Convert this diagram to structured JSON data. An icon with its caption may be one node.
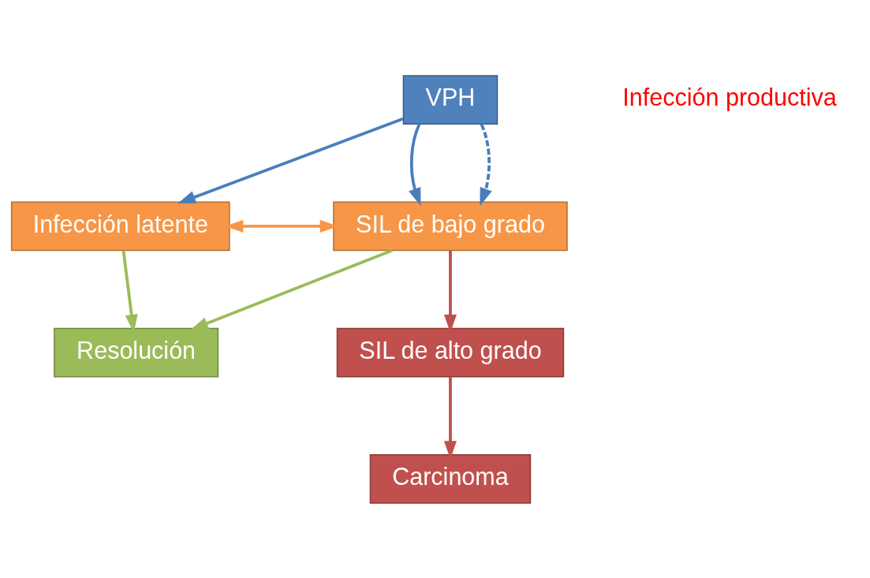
{
  "diagram": {
    "nodes": [
      {
        "text": [
          "VPH"
        ]
      },
      {
        "text": [
          "Infección latente"
        ]
      },
      {
        "text": [
          "SIL de bajo grado"
        ]
      },
      {
        "text": [
          "Resolución"
        ]
      },
      {
        "text": [
          "SIL de alto grado"
        ]
      },
      {
        "text": [
          "Carcinoma"
        ]
      }
    ],
    "edges": [
      {
        "from": 0,
        "to": 1,
        "arrow": "to",
        "color": "#4a7ebb"
      },
      {
        "from": 0,
        "to": 2,
        "arrow": "to",
        "color": "#4a7ebb"
      },
      {
        "from": 0,
        "to": 2,
        "arrow": "to",
        "style": "dashed",
        "color": "#4a7ebb"
      },
      {
        "from": 1,
        "to": 2,
        "arrow": "both",
        "color": "#f79646"
      },
      {
        "from": 1,
        "to": 3,
        "arrow": "to",
        "color": "#9bbb59"
      },
      {
        "from": 2,
        "to": 3,
        "arrow": "to",
        "color": "#9bbb59"
      },
      {
        "from": 2,
        "to": 4,
        "arrow": "to",
        "color": "#c0504d"
      },
      {
        "from": 4,
        "to": 5,
        "arrow": "to",
        "color": "#c0504d"
      }
    ],
    "labels": [
      "Infección productiva"
    ]
  }
}
